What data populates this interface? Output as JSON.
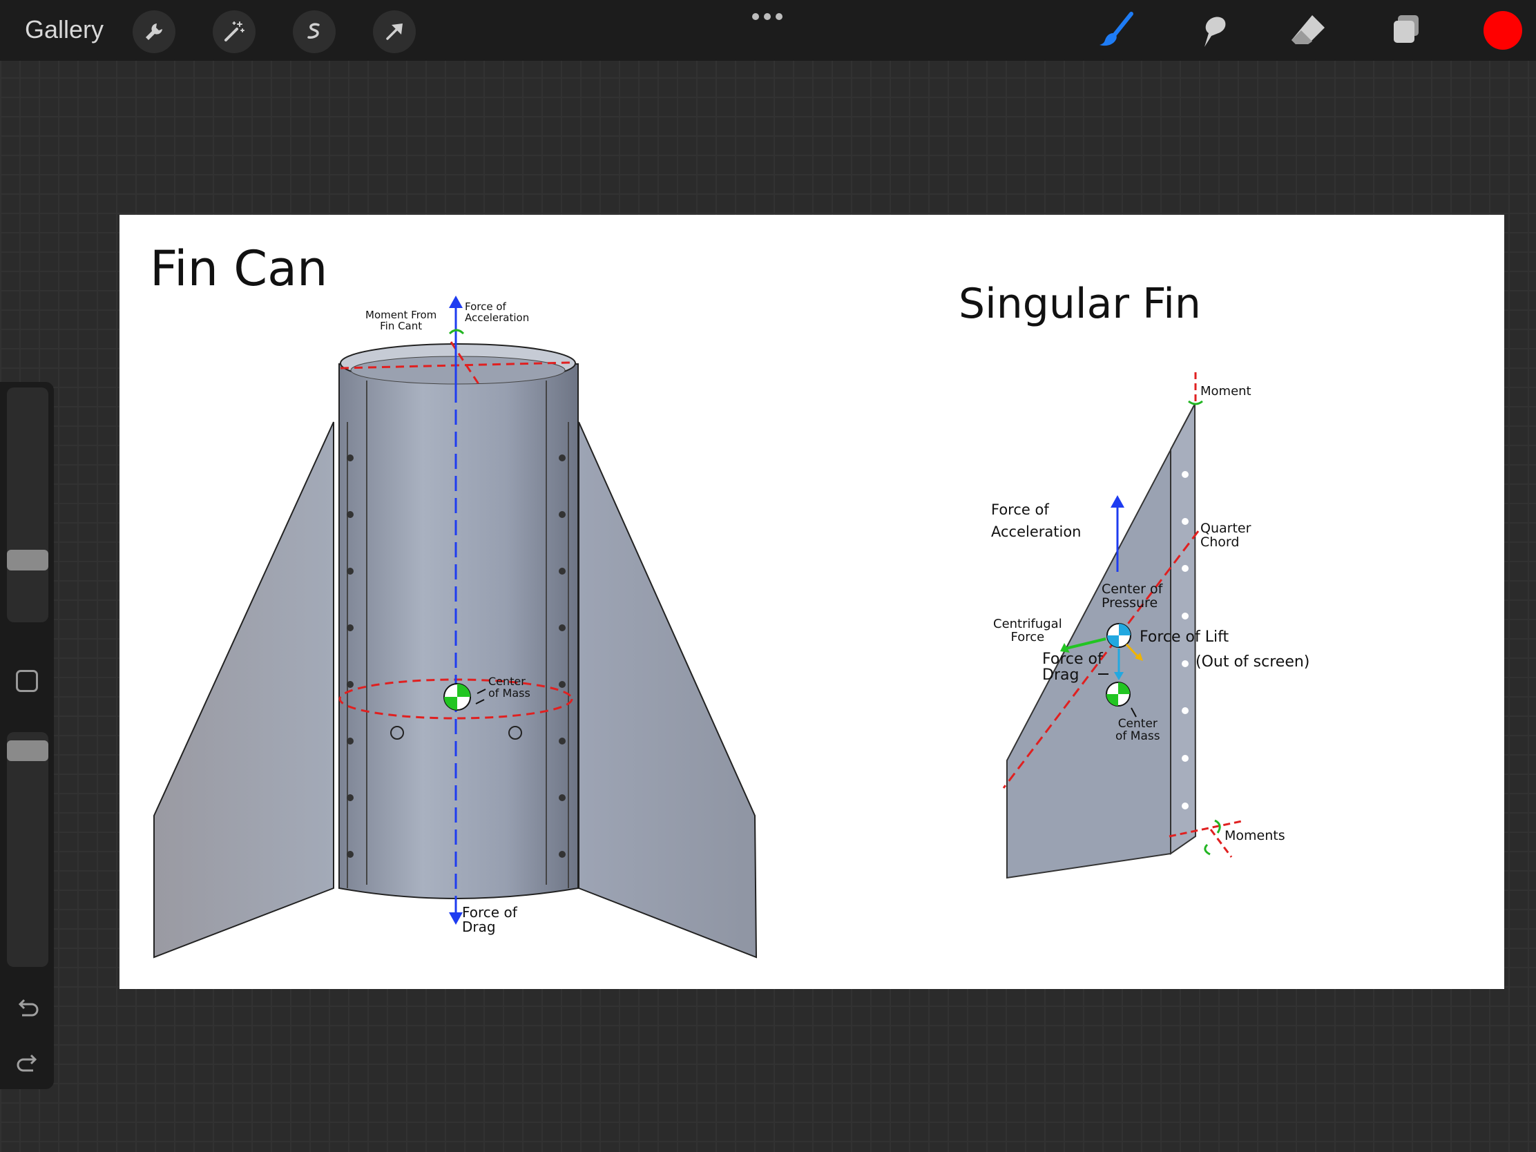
{
  "toolbar": {
    "gallery_label": "Gallery",
    "left_tools": [
      "wrench-icon",
      "magic-wand-icon",
      "selection-icon",
      "transform-arrow-icon"
    ],
    "more_icon": "more-dots-icon",
    "right_tools": [
      "brush-icon",
      "smudge-icon",
      "eraser-icon",
      "layers-icon"
    ],
    "active_tool": "brush",
    "active_tool_color": "#1e7cf5",
    "current_color": "#ff0000"
  },
  "sidebar": {
    "brush_size_level": 0.7,
    "opacity_level": 0.0,
    "modify_icon": "square-modify-icon",
    "undo_icon": "undo-icon",
    "redo_icon": "redo-icon"
  },
  "drawing": {
    "fin_can": {
      "title": "Fin Can",
      "moment_label": "Moment From\nFin Cant",
      "accel_label": "Force of\nAcceleration",
      "com_label": "Center\nof Mass",
      "drag_label": "Force of\nDrag"
    },
    "singular_fin": {
      "title": "Singular Fin",
      "moment_label": "Moment",
      "quarter_chord_label": "Quarter\nChord",
      "accel_label": "Force of\nAcceleration",
      "cop_label": "Center of\nPressure",
      "centrifugal_label": "Centrifugal\nForce",
      "lift_label": "Force of Lift",
      "lift_note": "(Out of screen)",
      "drag_label": "Force of\nDrag",
      "com_label": "Center\nof Mass",
      "moments_label": "Moments"
    }
  }
}
